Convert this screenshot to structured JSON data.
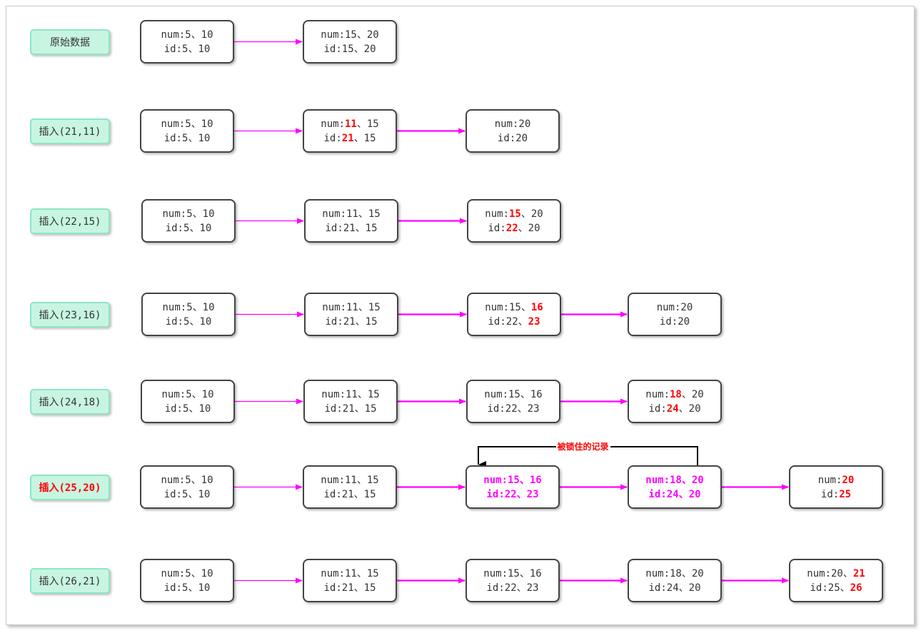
{
  "rows": [
    {
      "label": "原始数据",
      "highlight": false,
      "nodes": [
        {
          "num": [
            {
              "t": "5"
            },
            {
              "t": "10"
            }
          ],
          "id": [
            {
              "t": "5"
            },
            {
              "t": "10"
            }
          ]
        },
        {
          "num": [
            {
              "t": "15"
            },
            {
              "t": "20"
            }
          ],
          "id": [
            {
              "t": "15"
            },
            {
              "t": "20"
            }
          ]
        }
      ]
    },
    {
      "label": "插入(21,11)",
      "highlight": false,
      "nodes": [
        {
          "num": [
            {
              "t": "5"
            },
            {
              "t": "10"
            }
          ],
          "id": [
            {
              "t": "5"
            },
            {
              "t": "10"
            }
          ]
        },
        {
          "num": [
            {
              "t": "11",
              "red": true
            },
            {
              "t": "15"
            }
          ],
          "id": [
            {
              "t": "21",
              "red": true
            },
            {
              "t": "15"
            }
          ]
        },
        {
          "num": [
            {
              "t": "20"
            }
          ],
          "id": [
            {
              "t": "20"
            }
          ]
        }
      ]
    },
    {
      "label": "插入(22,15)",
      "highlight": false,
      "nodes": [
        {
          "num": [
            {
              "t": "5"
            },
            {
              "t": "10"
            }
          ],
          "id": [
            {
              "t": "5"
            },
            {
              "t": "10"
            }
          ]
        },
        {
          "num": [
            {
              "t": "11"
            },
            {
              "t": "15"
            }
          ],
          "id": [
            {
              "t": "21"
            },
            {
              "t": "15"
            }
          ]
        },
        {
          "num": [
            {
              "t": "15",
              "red": true
            },
            {
              "t": "20"
            }
          ],
          "id": [
            {
              "t": "22",
              "red": true
            },
            {
              "t": "20"
            }
          ]
        }
      ]
    },
    {
      "label": "插入(23,16)",
      "highlight": false,
      "nodes": [
        {
          "num": [
            {
              "t": "5"
            },
            {
              "t": "10"
            }
          ],
          "id": [
            {
              "t": "5"
            },
            {
              "t": "10"
            }
          ]
        },
        {
          "num": [
            {
              "t": "11"
            },
            {
              "t": "15"
            }
          ],
          "id": [
            {
              "t": "21"
            },
            {
              "t": "15"
            }
          ]
        },
        {
          "num": [
            {
              "t": "15"
            },
            {
              "t": "16",
              "red": true
            }
          ],
          "id": [
            {
              "t": "22"
            },
            {
              "t": "23",
              "red": true
            }
          ]
        },
        {
          "num": [
            {
              "t": "20"
            }
          ],
          "id": [
            {
              "t": "20"
            }
          ]
        }
      ]
    },
    {
      "label": "插入(24,18)",
      "highlight": false,
      "nodes": [
        {
          "num": [
            {
              "t": "5"
            },
            {
              "t": "10"
            }
          ],
          "id": [
            {
              "t": "5"
            },
            {
              "t": "10"
            }
          ]
        },
        {
          "num": [
            {
              "t": "11"
            },
            {
              "t": "15"
            }
          ],
          "id": [
            {
              "t": "21"
            },
            {
              "t": "15"
            }
          ]
        },
        {
          "num": [
            {
              "t": "15"
            },
            {
              "t": "16"
            }
          ],
          "id": [
            {
              "t": "22"
            },
            {
              "t": "23"
            }
          ]
        },
        {
          "num": [
            {
              "t": "18",
              "red": true
            },
            {
              "t": "20"
            }
          ],
          "id": [
            {
              "t": "24",
              "red": true
            },
            {
              "t": "20"
            }
          ]
        }
      ]
    },
    {
      "label": "插入(25,20)",
      "highlight": true,
      "locked_note": "被锁住的记录",
      "nodes": [
        {
          "num": [
            {
              "t": "5"
            },
            {
              "t": "10"
            }
          ],
          "id": [
            {
              "t": "5"
            },
            {
              "t": "10"
            }
          ]
        },
        {
          "num": [
            {
              "t": "11"
            },
            {
              "t": "15"
            }
          ],
          "id": [
            {
              "t": "21"
            },
            {
              "t": "15"
            }
          ]
        },
        {
          "locked": true,
          "num": [
            {
              "t": "15"
            },
            {
              "t": "16"
            }
          ],
          "id": [
            {
              "t": "22"
            },
            {
              "t": "23"
            }
          ]
        },
        {
          "locked": true,
          "num": [
            {
              "t": "18"
            },
            {
              "t": "20"
            }
          ],
          "id": [
            {
              "t": "24"
            },
            {
              "t": "20"
            }
          ]
        },
        {
          "num": [
            {
              "t": "20",
              "red": true
            }
          ],
          "id": [
            {
              "t": "25",
              "red": true
            }
          ]
        }
      ]
    },
    {
      "label": "插入(26,21)",
      "highlight": false,
      "nodes": [
        {
          "num": [
            {
              "t": "5"
            },
            {
              "t": "10"
            }
          ],
          "id": [
            {
              "t": "5"
            },
            {
              "t": "10"
            }
          ]
        },
        {
          "num": [
            {
              "t": "11"
            },
            {
              "t": "15"
            }
          ],
          "id": [
            {
              "t": "21"
            },
            {
              "t": "15"
            }
          ]
        },
        {
          "num": [
            {
              "t": "15"
            },
            {
              "t": "16"
            }
          ],
          "id": [
            {
              "t": "22"
            },
            {
              "t": "23"
            }
          ]
        },
        {
          "num": [
            {
              "t": "18"
            },
            {
              "t": "20"
            }
          ],
          "id": [
            {
              "t": "24"
            },
            {
              "t": "20"
            }
          ]
        },
        {
          "num": [
            {
              "t": "20"
            },
            {
              "t": "21",
              "red": true
            }
          ],
          "id": [
            {
              "t": "25"
            },
            {
              "t": "26",
              "red": true
            }
          ]
        }
      ]
    }
  ],
  "colors": {
    "arrow": "#ff00ff",
    "new_value": "#ff0000",
    "locked_text": "#ff00ff",
    "label_fill": "#c7f5e2",
    "label_border": "#8ee6c2",
    "node_border": "#444444"
  }
}
